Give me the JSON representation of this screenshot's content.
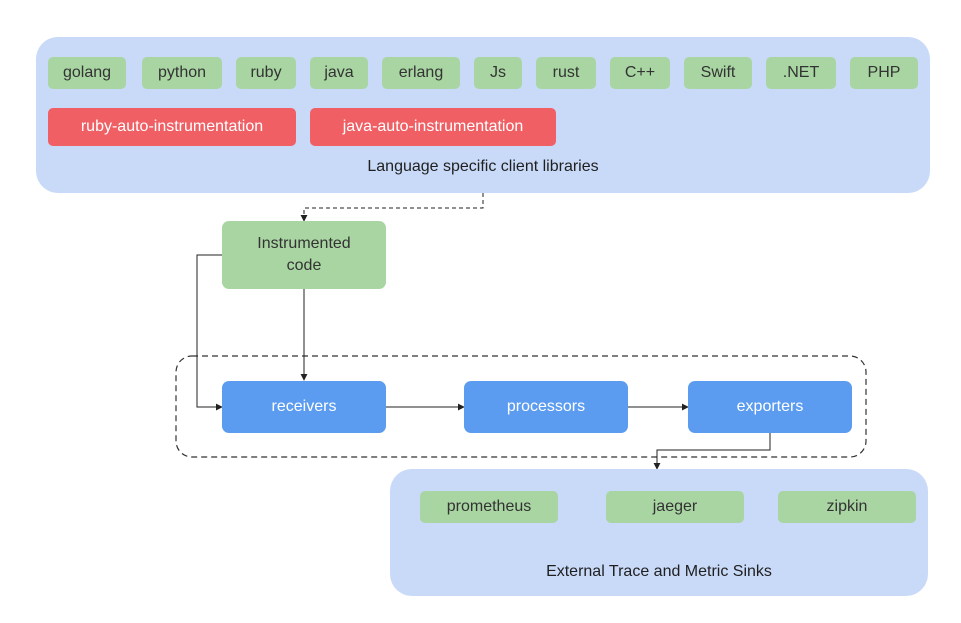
{
  "client_libraries": {
    "caption": "Language specific client libraries",
    "languages": [
      "golang",
      "python",
      "ruby",
      "java",
      "erlang",
      "Js",
      "rust",
      "C++",
      "Swift",
      ".NET",
      "PHP"
    ],
    "auto_instrumentation": [
      "ruby-auto-instrumentation",
      "java-auto-instrumentation"
    ]
  },
  "instrumented_code": {
    "line1": "Instrumented",
    "line2": "code"
  },
  "pipeline": {
    "receivers": "receivers",
    "processors": "processors",
    "exporters": "exporters"
  },
  "sinks": {
    "caption": "External Trace and Metric Sinks",
    "items": [
      "prometheus",
      "jaeger",
      "zipkin"
    ]
  },
  "colors": {
    "panel": "#c9daf8",
    "green_chip": "#a8d5a2",
    "red_chip": "#ef5f64",
    "blue_node": "#5b9cf0"
  }
}
